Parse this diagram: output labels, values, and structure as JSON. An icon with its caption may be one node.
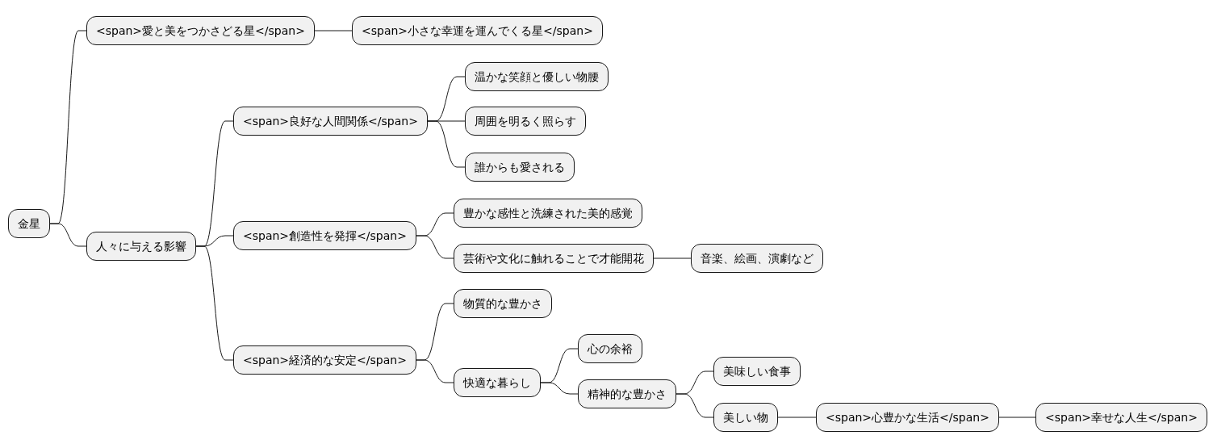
{
  "diagram": {
    "nodes": [
      {
        "text": [
          "金星"
        ]
      },
      {
        "text": [
          "<span>愛と美をつかさどる星</span>"
        ]
      },
      {
        "text": [
          "<span>小さな幸運を運んでくる星</span>"
        ]
      },
      {
        "text": [
          "人々に与える影響"
        ]
      },
      {
        "text": [
          "<span>良好な人間関係</span>"
        ]
      },
      {
        "text": [
          "温かな笑顔と優しい物腰"
        ]
      },
      {
        "text": [
          "周囲を明るく照らす"
        ]
      },
      {
        "text": [
          "誰からも愛される"
        ]
      },
      {
        "text": [
          "<span>創造性を発揮</span>"
        ]
      },
      {
        "text": [
          "豊かな感性と洗練された美的感覚"
        ]
      },
      {
        "text": [
          "芸術や文化に触れることで才能開花"
        ]
      },
      {
        "text": [
          "音楽、絵画、演劇など"
        ]
      },
      {
        "text": [
          "<span>経済的な安定</span>"
        ]
      },
      {
        "text": [
          "物質的な豊かさ"
        ]
      },
      {
        "text": [
          "快適な暮らし"
        ]
      },
      {
        "text": [
          "心の余裕"
        ]
      },
      {
        "text": [
          "精神的な豊かさ"
        ]
      },
      {
        "text": [
          "美味しい食事"
        ]
      },
      {
        "text": [
          "美しい物"
        ]
      },
      {
        "text": [
          "<span>心豊かな生活</span>"
        ]
      },
      {
        "text": [
          "<span>幸せな人生</span>"
        ]
      }
    ],
    "edges": [
      {
        "from": 0,
        "to": 1,
        "arrow": "none"
      },
      {
        "from": 1,
        "to": 2,
        "arrow": "none"
      },
      {
        "from": 0,
        "to": 3,
        "arrow": "none"
      },
      {
        "from": 3,
        "to": 4,
        "arrow": "none"
      },
      {
        "from": 4,
        "to": 5,
        "arrow": "none"
      },
      {
        "from": 4,
        "to": 6,
        "arrow": "none"
      },
      {
        "from": 4,
        "to": 7,
        "arrow": "none"
      },
      {
        "from": 3,
        "to": 8,
        "arrow": "none"
      },
      {
        "from": 8,
        "to": 9,
        "arrow": "none"
      },
      {
        "from": 8,
        "to": 10,
        "arrow": "none"
      },
      {
        "from": 10,
        "to": 11,
        "arrow": "none"
      },
      {
        "from": 3,
        "to": 12,
        "arrow": "none"
      },
      {
        "from": 12,
        "to": 13,
        "arrow": "none"
      },
      {
        "from": 12,
        "to": 14,
        "arrow": "none"
      },
      {
        "from": 14,
        "to": 15,
        "arrow": "none"
      },
      {
        "from": 14,
        "to": 16,
        "arrow": "none"
      },
      {
        "from": 16,
        "to": 17,
        "arrow": "none"
      },
      {
        "from": 16,
        "to": 18,
        "arrow": "none"
      },
      {
        "from": 18,
        "to": 19,
        "arrow": "none"
      },
      {
        "from": 19,
        "to": 20,
        "arrow": "none"
      }
    ]
  }
}
